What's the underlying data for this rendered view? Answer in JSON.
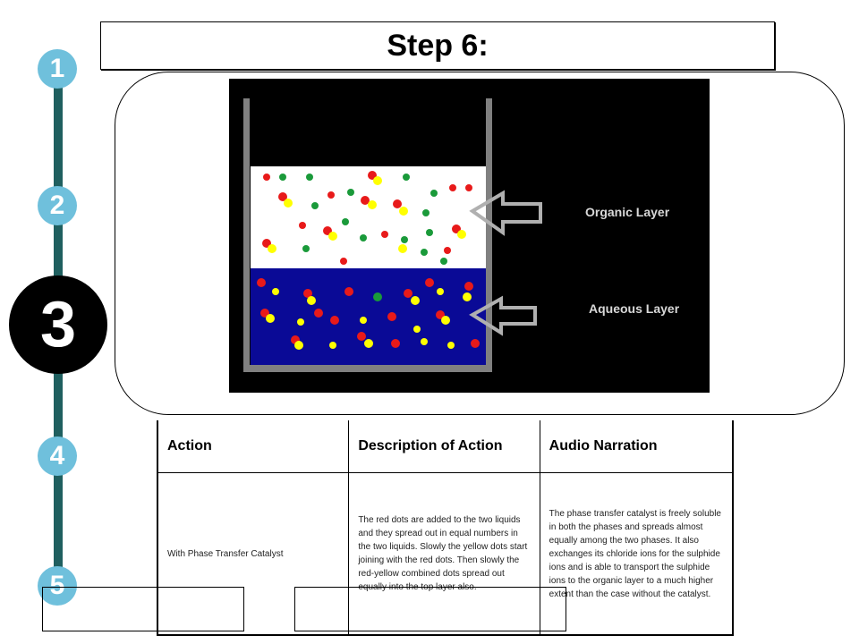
{
  "title": "Step 6:",
  "steps": [
    {
      "label": "1",
      "active": false
    },
    {
      "label": "2",
      "active": false
    },
    {
      "label": "3",
      "active": true
    },
    {
      "label": "4",
      "active": false
    },
    {
      "label": "5",
      "active": false
    }
  ],
  "diagram": {
    "labels": {
      "organic": "Organic Layer",
      "aqueous": "Aqueous Layer"
    },
    "colors": {
      "background": "#000000",
      "organic_layer": "#ffffff",
      "aqueous_layer": "#0a0a96",
      "beaker_wall": "#808080",
      "red_dot": "#e81a1a",
      "yellow_dot": "#ffff00",
      "green_dot": "#1a9a3a"
    }
  },
  "table": {
    "headers": [
      "Action",
      "Description of Action",
      "Audio Narration"
    ],
    "rows": [
      {
        "action": "With Phase Transfer Catalyst",
        "description": "The red dots are added to the two liquids and they spread out in equal numbers in the two liquids. Slowly the yellow dots start joining with the red dots. Then slowly the red-yellow combined dots spread out equally into the top layer also.",
        "narration": "The phase transfer catalyst is freely soluble in both the phases and spreads almost equally among the two phases. It also exchanges its chloride ions for the sulphide ions and is able to transport the sulphide ions to the organic layer to a much higher extent than the case without the catalyst."
      }
    ]
  }
}
